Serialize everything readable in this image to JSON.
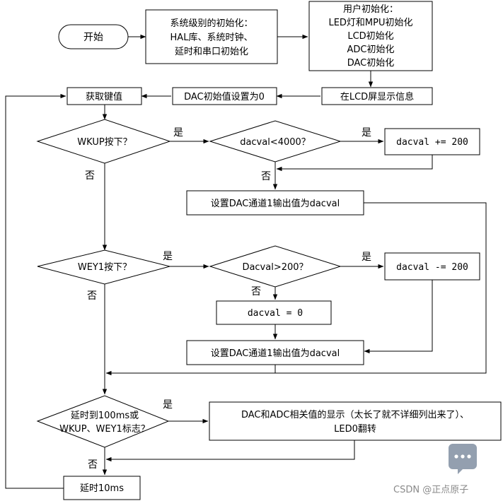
{
  "nodes": {
    "start": "开始",
    "init1": [
      "系统级别的初始化：",
      "HAL库、系统时钟、",
      "延时和串口初始化"
    ],
    "init2": [
      "用户初始化：",
      "LED灯和MPU初始化",
      "LCD初始化",
      "ADC初始化",
      "DAC初始化"
    ],
    "lcd_info": "在LCD屏显示信息",
    "dac_init": "DAC初始值设置为0",
    "get_key": "获取键值",
    "wkup_q": "WKUP按下？",
    "dacval_lt": "dacval<4000？",
    "inc": "dacval  += 200",
    "set_out1": "设置DAC通道1输出值为dacval",
    "wey1_q": "WEY1按下？",
    "dacval_gt": "Dacval>200？",
    "dec": "dacval  -= 200",
    "zero": "dacval  = 0",
    "set_out2": "设置DAC通道1输出值为dacval",
    "delay_q": [
      "延时到100ms或",
      "WKUP、WEY1标志？"
    ],
    "display": [
      "DAC和ADC相关值的显示（太长了就不详细列出来了）、",
      "LED0翻转"
    ],
    "delay10": "延时10ms"
  },
  "labels": {
    "yes": "是",
    "no": "否"
  },
  "watermark": {
    "prefix": "CSDN @",
    "name": "正点原子"
  }
}
